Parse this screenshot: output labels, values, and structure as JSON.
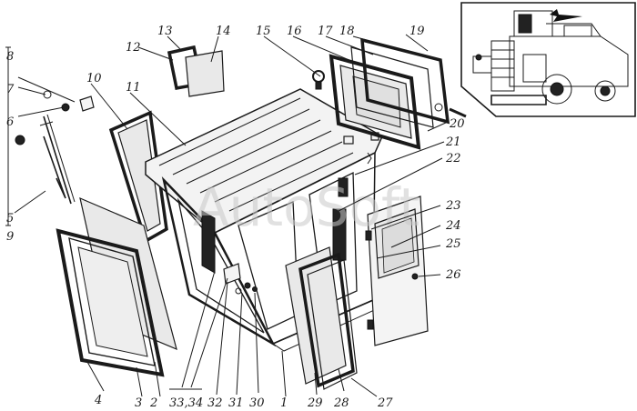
{
  "watermark": "AutoSoft",
  "callouts": [
    {
      "id": "c1",
      "text": "1"
    },
    {
      "id": "c2",
      "text": "2"
    },
    {
      "id": "c3",
      "text": "3"
    },
    {
      "id": "c4",
      "text": "4"
    },
    {
      "id": "c5",
      "text": "5"
    },
    {
      "id": "c6",
      "text": "6"
    },
    {
      "id": "c7",
      "text": "7"
    },
    {
      "id": "c8",
      "text": "8"
    },
    {
      "id": "c9",
      "text": "9"
    },
    {
      "id": "c10",
      "text": "10"
    },
    {
      "id": "c11",
      "text": "11"
    },
    {
      "id": "c12",
      "text": "12"
    },
    {
      "id": "c13",
      "text": "13"
    },
    {
      "id": "c14",
      "text": "14"
    },
    {
      "id": "c15",
      "text": "15"
    },
    {
      "id": "c16",
      "text": "16"
    },
    {
      "id": "c17",
      "text": "17"
    },
    {
      "id": "c18",
      "text": "18"
    },
    {
      "id": "c19",
      "text": "19"
    },
    {
      "id": "c20",
      "text": "20"
    },
    {
      "id": "c21",
      "text": "21"
    },
    {
      "id": "c22",
      "text": "22"
    },
    {
      "id": "c23",
      "text": "23"
    },
    {
      "id": "c24",
      "text": "24"
    },
    {
      "id": "c25",
      "text": "25"
    },
    {
      "id": "c26",
      "text": "26"
    },
    {
      "id": "c27",
      "text": "27"
    },
    {
      "id": "c28",
      "text": "28"
    },
    {
      "id": "c29",
      "text": "29"
    },
    {
      "id": "c30",
      "text": "30"
    },
    {
      "id": "c31",
      "text": "31"
    },
    {
      "id": "c32",
      "text": "32"
    },
    {
      "id": "c33",
      "text": "33,34"
    }
  ]
}
